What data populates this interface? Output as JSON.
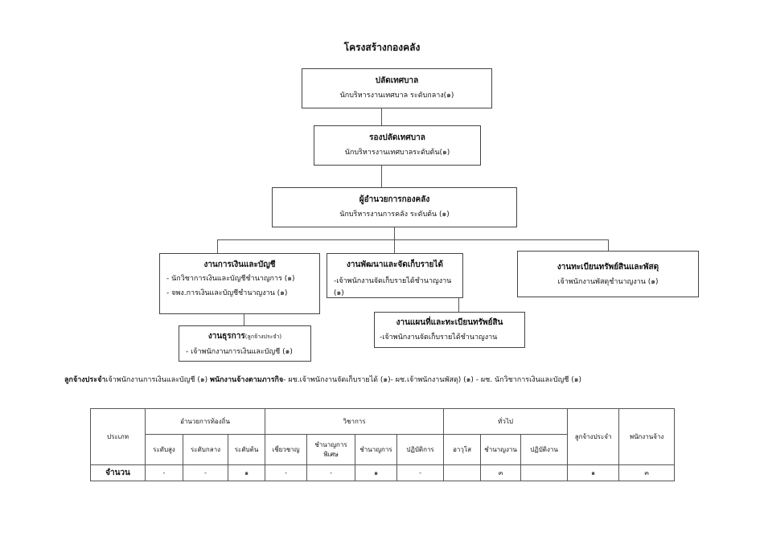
{
  "title": "โครงสร้างกองคลัง",
  "boxes": {
    "b1": {
      "head": "ปลัดเทศบาล",
      "lines": [
        "นักบริหารงานเทศบาล ระดับกลาง(๑)"
      ]
    },
    "b2": {
      "head": "รองปลัดเทศบาล",
      "lines": [
        "นักบริหารงานเทศบาลระดับต้น(๑)"
      ]
    },
    "b3": {
      "head": "ผู้อำนวยการกองคลัง",
      "lines": [
        "นักบริหารงานการคลัง  ระดับต้น  (๑)"
      ]
    },
    "b4": {
      "head": "งานการเงินและบัญชี",
      "lines": [
        "- นักวิชาการเงินและบัญชีชำนาญการ  (๑)",
        "- จพง.การเงินและบัญชีชำนาญงาน  (๑)"
      ]
    },
    "b5": {
      "head": "งานพัฒนาและจัดเก็บรายได้",
      "lines": [
        "-เจ้าพนักงานจัดเก็บรายได้ชำนาญงาน (๑)"
      ]
    },
    "b6": {
      "head": "งานทะเบียนทรัพย์สินและพัสดุ",
      "lines": [
        "เจ้าพนักงานพัสดุชำนาญงาน  (๑)"
      ]
    },
    "b7": {
      "head": "งานธุรการ",
      "head_small": "(ลูกจ้างประจำ)",
      "lines": [
        "- เจ้าพนักงานการเงินและบัญชี (๑)"
      ]
    },
    "b8": {
      "head": "งานแผนที่และทะเบียนทรัพย์สิน",
      "lines": [
        "-เจ้าพนักงานจัดเก็บรายได้ชำนาญงาน"
      ]
    }
  },
  "note": {
    "label1": "ลูกจ้างประจำ",
    "text1": "เจ้าพนักงานการเงินและบัญชี  (๑)   ",
    "label2": "พนักงานจ้างตามภารกิจ",
    "text2": "- ผช.เจ้าพนักงานจัดเก็บรายได้ (๑)- ผช.เจ้าพนักงานพัสดุ)  (๑)   -  ผช. นักวิชาการเงินและบัญชี (๑)"
  },
  "table": {
    "type_label": "ประเภท",
    "count_label": "จำนวน",
    "groups": [
      "อำนวยการท้องถิ่น",
      "วิชาการ",
      "ทั่วไป",
      "ลูกจ้างประจำ",
      "พนักงานจ้าง"
    ],
    "subheaders": [
      "ระดับสูง",
      "ระดับกลาง",
      "ระดับต้น",
      "เชี่ยวชาญ",
      "ชำนาญการพิเศษ",
      "ชำนาญการ",
      "ปฏิบัติการ",
      "อาวุโส",
      "ชำนาญงาน",
      "ปฏิบัติงาน"
    ],
    "counts": [
      "-",
      "-",
      "๑",
      "-",
      "-",
      "๑",
      "-",
      "",
      "๓",
      "",
      "๑",
      "๓"
    ]
  }
}
